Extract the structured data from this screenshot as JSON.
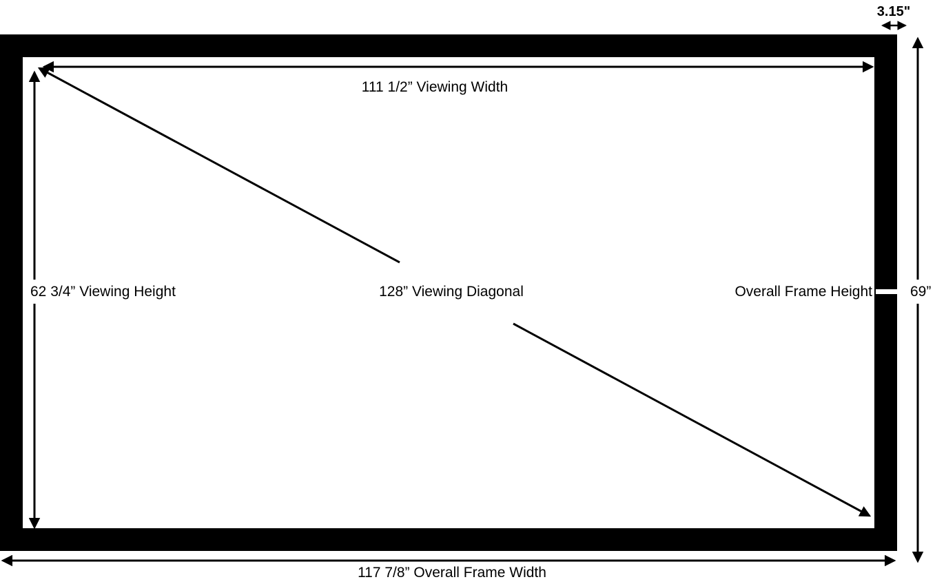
{
  "labels": {
    "viewing_width": "111 1/2” Viewing Width",
    "viewing_height": "62 3/4” Viewing Height",
    "viewing_diagonal": "128” Viewing Diagonal",
    "overall_frame_height": "Overall Frame Height",
    "frame_height_value": "69”",
    "overall_frame_width": "117 7/8” Overall Frame Width",
    "frame_border_width": "3.15\""
  },
  "measurements": {
    "viewing_width_in": 111.5,
    "viewing_height_in": 62.75,
    "viewing_diagonal_in": 128,
    "overall_frame_width_in": 117.875,
    "overall_frame_height_in": 69,
    "frame_border_in": 3.15
  },
  "colors": {
    "frame": "#000000",
    "background": "#ffffff",
    "lines_and_text": "#000000"
  }
}
